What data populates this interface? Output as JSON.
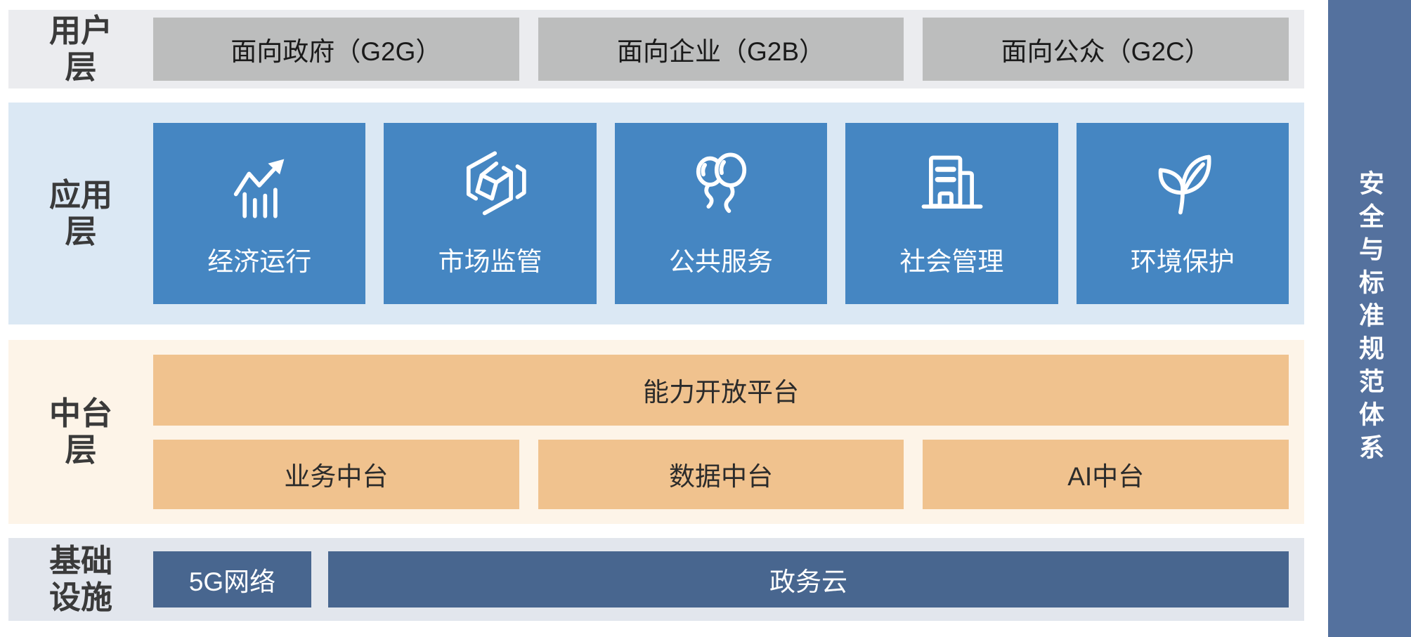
{
  "layers": {
    "user": {
      "label": "用户层",
      "items": [
        {
          "label": "面向政府（G2G）"
        },
        {
          "label": "面向企业（G2B）"
        },
        {
          "label": "面向公众（G2C）"
        }
      ]
    },
    "app": {
      "label": "应用层",
      "items": [
        {
          "label": "经济运行",
          "icon": "trend-up-chart-icon"
        },
        {
          "label": "市场监管",
          "icon": "cube-hexagon-icon"
        },
        {
          "label": "公共服务",
          "icon": "balloons-icon"
        },
        {
          "label": "社会管理",
          "icon": "buildings-icon"
        },
        {
          "label": "环境保护",
          "icon": "leaves-icon"
        }
      ]
    },
    "middle": {
      "label": "中台层",
      "platform": {
        "label": "能力开放平台"
      },
      "items": [
        {
          "label": "业务中台"
        },
        {
          "label": "数据中台"
        },
        {
          "label": "AI中台"
        }
      ]
    },
    "infrastructure": {
      "label": "基础设施",
      "items": [
        {
          "label": "5G网络"
        },
        {
          "label": "政务云"
        }
      ]
    }
  },
  "sidebar": {
    "label": "安全与标准规范体系"
  },
  "colors": {
    "app_box_blue": "#4586c2",
    "app_band_bg": "#dbe8f4",
    "user_band_bg": "#ebecef",
    "user_box_gray": "#bcbdbd",
    "mid_band_bg": "#fdf4e8",
    "mid_box_orange": "#f0c28e",
    "infra_band_bg": "#e2e6ed",
    "infra_box_navy": "#48668f",
    "sidebar_steel_blue": "#54719e"
  }
}
